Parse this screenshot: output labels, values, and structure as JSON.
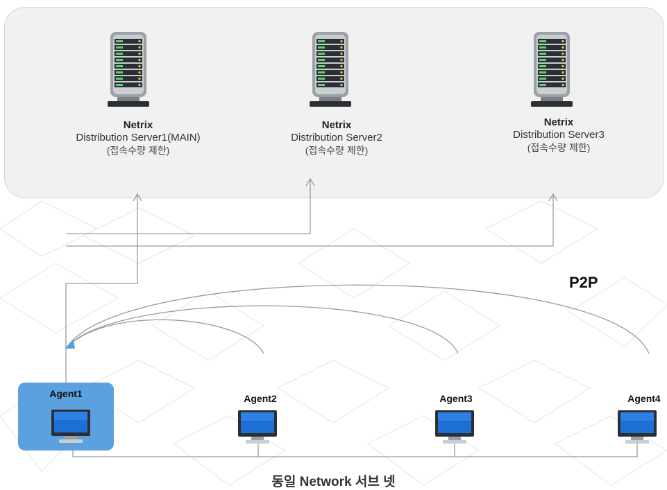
{
  "servers": [
    {
      "brand": "Netrix",
      "name": "Distribution Server1(MAIN)",
      "limit": "(접속수량 제한)"
    },
    {
      "brand": "Netrix",
      "name": "Distribution Server2",
      "limit": "(접속수량 제한)"
    },
    {
      "brand": "Netrix",
      "name": "Distribution Server3",
      "limit": "(접속수량 제한)"
    }
  ],
  "agents": [
    {
      "label": "Agent1",
      "highlighted": true
    },
    {
      "label": "Agent2",
      "highlighted": false
    },
    {
      "label": "Agent3",
      "highlighted": false
    },
    {
      "label": "Agent4",
      "highlighted": false
    }
  ],
  "p2p_label": "P2P",
  "subnet_label": "동일 Network 서브 넷",
  "colors": {
    "highlight": "#5ba0df",
    "panel": "#f1f1f1",
    "line": "#9a9a9a"
  },
  "icons": {
    "server": "server-rack-icon",
    "agent": "monitor-icon"
  }
}
